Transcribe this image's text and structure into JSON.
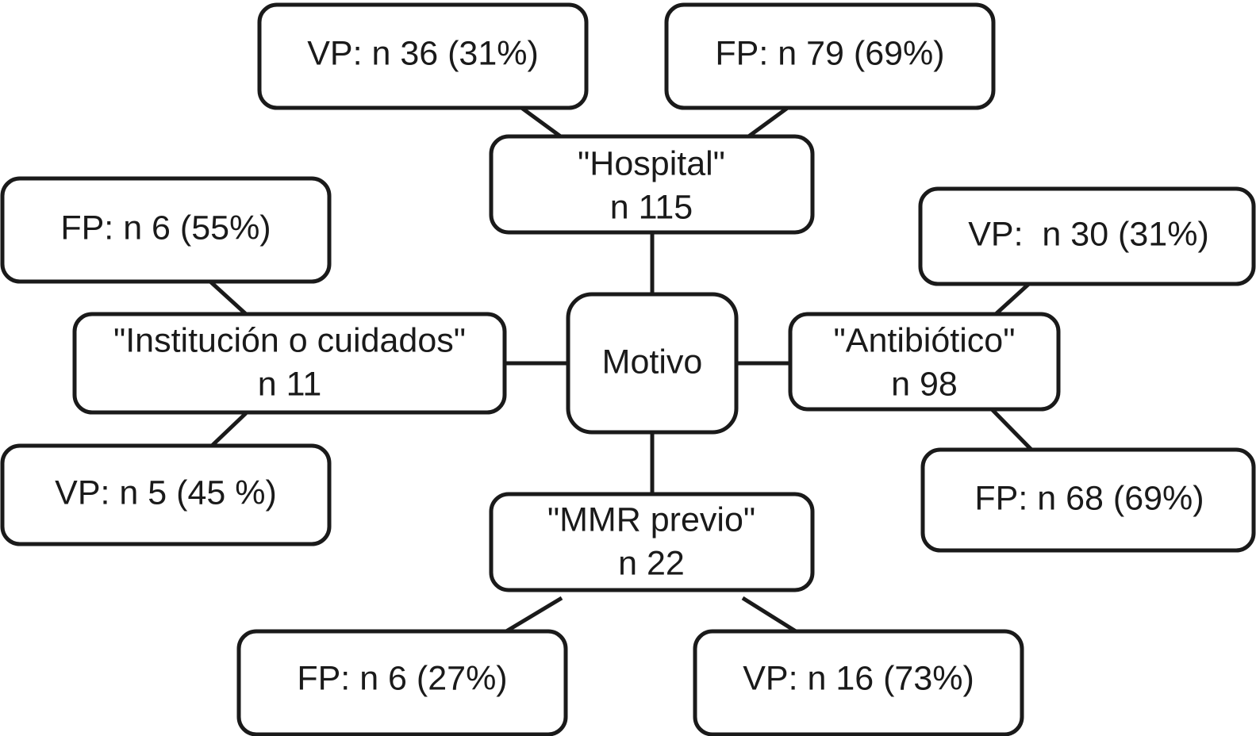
{
  "figure": {
    "type": "flow-diagram",
    "title_visible": false,
    "stroke_color": "#1a1a1a",
    "box_fill": "#ffffff",
    "background": "#ffffff"
  },
  "center": {
    "label": "Motivo"
  },
  "categories": {
    "hospital": {
      "name": "\"Hospital\"",
      "count": "n 115",
      "vp": "VP: n 36 (31%)",
      "fp": "FP: n 79 (69%)"
    },
    "institucion": {
      "name": "\"Institución o cuidados\"",
      "count": "n 11",
      "fp": "FP: n 6 (55%)",
      "vp": "VP: n 5 (45 %)"
    },
    "antibiotico": {
      "name": "\"Antibiótico\"",
      "count": "n 98",
      "vp": "VP:  n 30 (31%)",
      "fp": "FP: n 68 (69%)"
    },
    "mmr": {
      "name": "\"MMR previo\"",
      "count": "n 22",
      "fp": "FP: n 6 (27%)",
      "vp": "VP: n 16 (73%)"
    }
  },
  "chart_data": {
    "type": "diagram",
    "root": "Motivo",
    "branches": [
      {
        "label": "\"Hospital\"",
        "n": 115,
        "children": [
          {
            "label": "VP: n 36 (31%)",
            "kind": "VP",
            "n": 36,
            "pct": 31
          },
          {
            "label": "FP: n 79 (69%)",
            "kind": "FP",
            "n": 79,
            "pct": 69
          }
        ]
      },
      {
        "label": "\"Institución o cuidados\"",
        "n": 11,
        "children": [
          {
            "label": "FP: n 6 (55%)",
            "kind": "FP",
            "n": 6,
            "pct": 55
          },
          {
            "label": "VP: n 5 (45 %)",
            "kind": "VP",
            "n": 5,
            "pct": 45
          }
        ]
      },
      {
        "label": "\"Antibiótico\"",
        "n": 98,
        "children": [
          {
            "label": "VP:  n 30 (31%)",
            "kind": "VP",
            "n": 30,
            "pct": 31
          },
          {
            "label": "FP: n 68 (69%)",
            "kind": "FP",
            "n": 68,
            "pct": 69
          }
        ]
      },
      {
        "label": "\"MMR previo\"",
        "n": 22,
        "children": [
          {
            "label": "FP: n 6 (27%)",
            "kind": "FP",
            "n": 6,
            "pct": 27
          },
          {
            "label": "VP: n 16 (73%)",
            "kind": "VP",
            "n": 16,
            "pct": 73
          }
        ]
      }
    ]
  }
}
